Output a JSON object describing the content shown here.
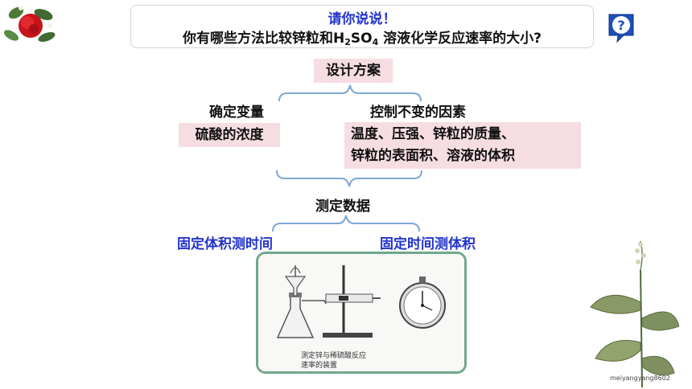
{
  "question": {
    "title": "请你说说！",
    "body_prefix": "你有哪些方法比较锌粒和H",
    "sub1": "2",
    "body_mid": "SO",
    "sub2": "4",
    "body_suffix": " 溶液化学反应速率的大小?",
    "help_icon": "question-mark-icon"
  },
  "plan": {
    "title": "设计方案",
    "variable_label": "确定变量",
    "variable_value": "硫酸的浓度",
    "constant_label": "控制不变的因素",
    "constant_line1": "温度、压强、锌粒的质量、",
    "constant_line2": "锌粒的表面积、溶液的体积"
  },
  "measure": {
    "title": "测定数据",
    "method_a": "固定体积测时间",
    "method_b": "固定时间测体积"
  },
  "apparatus": {
    "caption_line1": "测定锌与稀硫酸反应",
    "caption_line2": "速率的装置"
  },
  "watermark": "meiyangyang8602",
  "colors": {
    "accent_blue": "#2233cc",
    "pink_box": "#f6dde2",
    "frame_green": "#6fa88c",
    "brace_blue": "#7fa8d6"
  }
}
